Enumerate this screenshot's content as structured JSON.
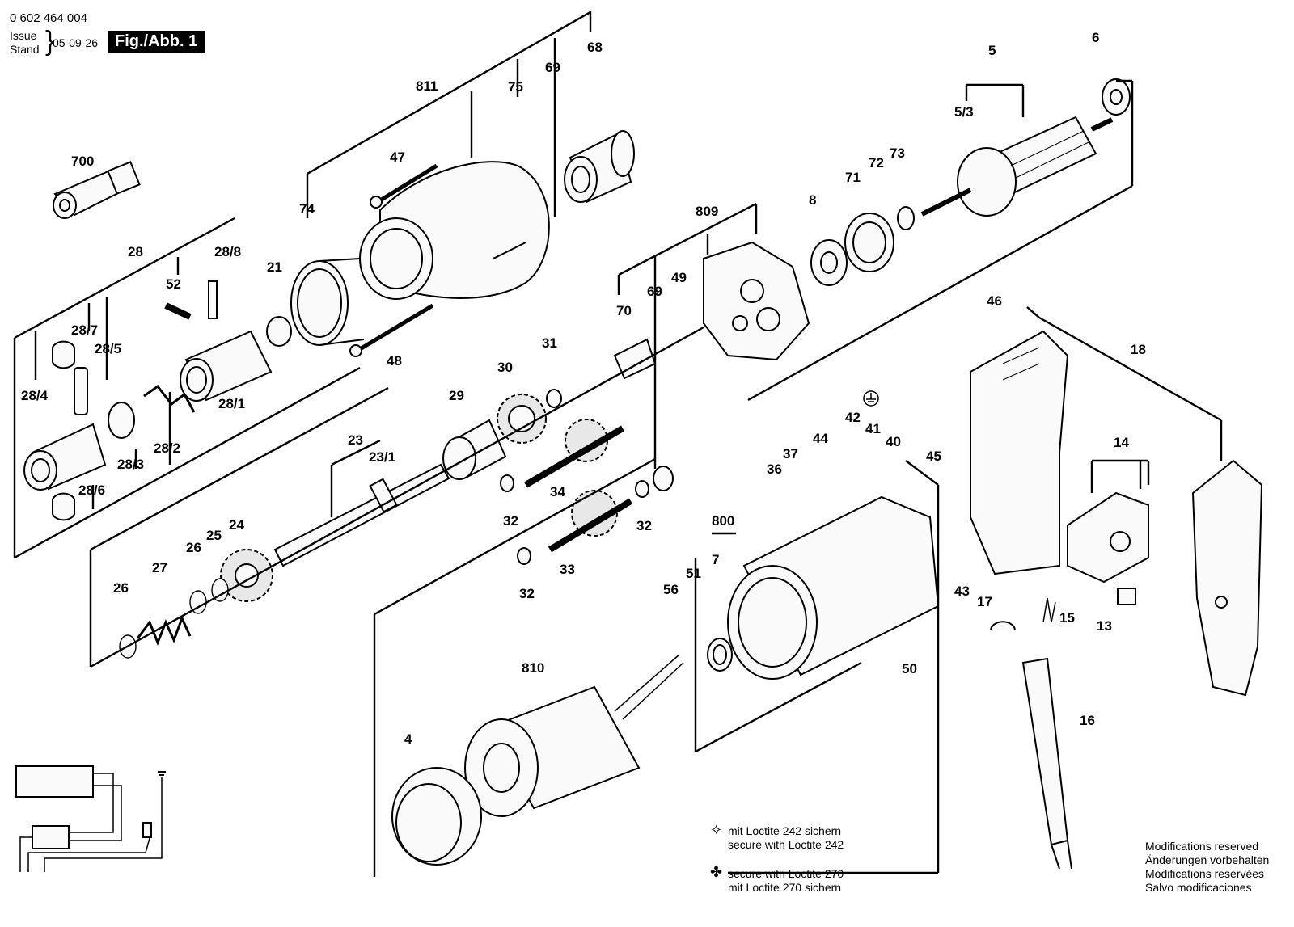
{
  "header": {
    "doc_number": "0 602 464 004",
    "issue_label_en": "Issue",
    "issue_label_de": "Stand",
    "issue_date": "05-09-26",
    "figure_title": "Fig./Abb. 1"
  },
  "part_labels": [
    "700",
    "811",
    "75",
    "69",
    "68",
    "74",
    "47",
    "28",
    "28/8",
    "52",
    "21",
    "28/7",
    "28/5",
    "28/4",
    "28/1",
    "28/2",
    "28/3",
    "28/6",
    "48",
    "5",
    "5/3",
    "6",
    "73",
    "72",
    "71",
    "8",
    "809",
    "69",
    "49",
    "70",
    "31",
    "30",
    "29",
    "23",
    "23/1",
    "24",
    "25",
    "26",
    "27",
    "26",
    "34",
    "32",
    "32",
    "33",
    "32",
    "46",
    "18",
    "42",
    "41",
    "44",
    "40",
    "37",
    "36",
    "45",
    "14",
    "800",
    "7",
    "51",
    "56",
    "810",
    "4",
    "43",
    "17",
    "15",
    "13",
    "50",
    "16"
  ],
  "notes": {
    "loctite_242_de": "mit Loctite 242 sichern",
    "loctite_242_en": "secure with Loctite 242",
    "loctite_270_en": "secure with Loctite 270",
    "loctite_270_de": "mit Loctite 270 sichern"
  },
  "modifications": {
    "en": "Modifications reserved",
    "de": "Änderungen vorbehalten",
    "fr": "Modifications resérvées",
    "es": "Salvo modificaciones"
  },
  "icons": {
    "loctite_242_symbol": "four-point-star-icon",
    "loctite_270_symbol": "club-icon",
    "ground_symbol": "ground-icon"
  }
}
